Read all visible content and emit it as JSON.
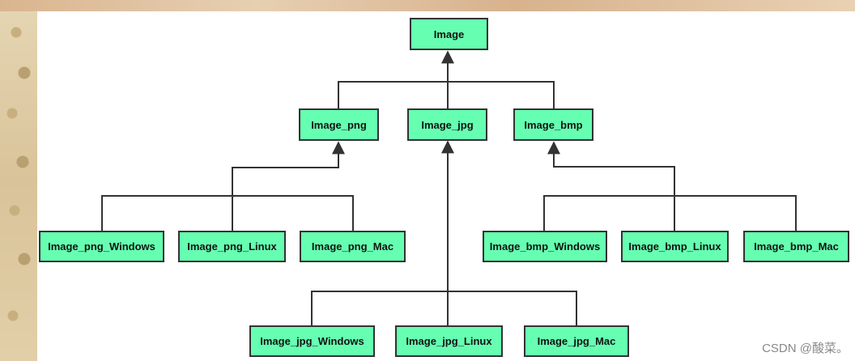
{
  "diagram": {
    "nodes": {
      "root": "Image",
      "png": "Image_png",
      "jpg": "Image_jpg",
      "bmp": "Image_bmp",
      "png_windows": "Image_png_Windows",
      "png_linux": "Image_png_Linux",
      "png_mac": "Image_png_Mac",
      "bmp_windows": "Image_bmp_Windows",
      "bmp_linux": "Image_bmp_Linux",
      "bmp_mac": "Image_bmp_Mac",
      "jpg_windows": "Image_jpg_Windows",
      "jpg_linux": "Image_jpg_Linux",
      "jpg_mac": "Image_jpg_Mac"
    },
    "edges": [
      [
        "png",
        "root"
      ],
      [
        "jpg",
        "root"
      ],
      [
        "bmp",
        "root"
      ],
      [
        "png_windows",
        "png"
      ],
      [
        "png_linux",
        "png"
      ],
      [
        "png_mac",
        "png"
      ],
      [
        "bmp_windows",
        "bmp"
      ],
      [
        "bmp_linux",
        "bmp"
      ],
      [
        "bmp_mac",
        "bmp"
      ],
      [
        "jpg_windows",
        "jpg"
      ],
      [
        "jpg_linux",
        "jpg"
      ],
      [
        "jpg_mac",
        "jpg"
      ]
    ],
    "colors": {
      "node_fill": "#66ffb2",
      "node_border": "#333333",
      "edge": "#333333"
    }
  },
  "watermark": "CSDN @酸菜。"
}
